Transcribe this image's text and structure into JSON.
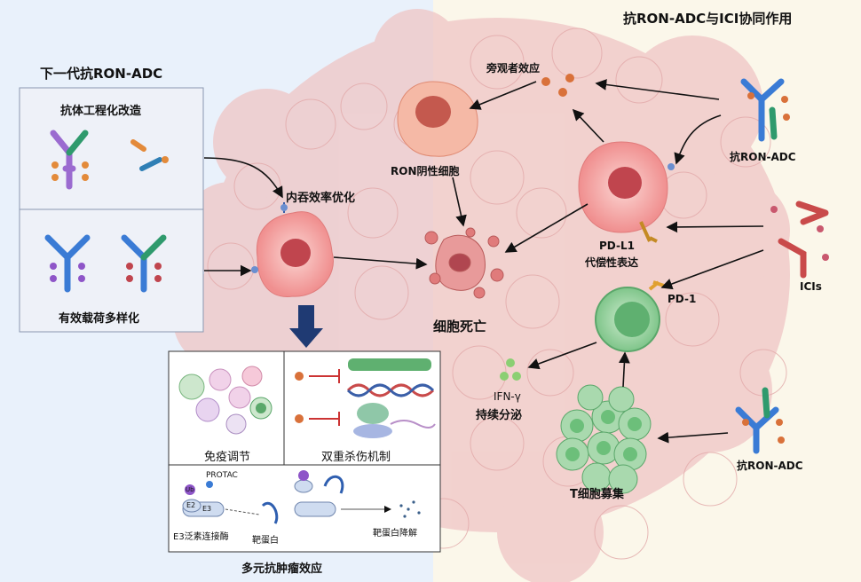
{
  "title_right": "抗RON-ADC与ICI协同作用",
  "left_panel": {
    "title": "下一代抗RON-ADC",
    "section1": "抗体工程化改造",
    "section2": "有效载荷多样化"
  },
  "labels": {
    "bystander": "旁观者效应",
    "ron_negative": "RON阴性细胞",
    "internalization": "内吞效率优化",
    "cell_death": "细胞死亡",
    "pdl1": "PD-L1",
    "compensatory": "代偿性表达",
    "pd1": "PD-1",
    "ifn": "IFN-γ",
    "secretion": "持续分泌",
    "t_recruit": "T细胞募集",
    "adc_top": "抗RON-ADC",
    "icis": "ICIs",
    "adc_bottom": "抗RON-ADC"
  },
  "bottom_panel": {
    "immune": "免疫调节",
    "dual_kill": "双重杀伤机制",
    "protac": "PROTAC",
    "ub": "Ub",
    "e2": "E2",
    "e3": "E3",
    "e3_ligase": "E3泛素连接酶",
    "target": "靶蛋白",
    "degradation": "靶蛋白降解",
    "caption": "多元抗肿瘤效应"
  },
  "colors": {
    "left_bg": "#e9f1fb",
    "right_bg": "#fbf7ea",
    "tumor": "#f0c6c6",
    "cell_membrane": "#f2a5a5",
    "nucleus": "#c0454e",
    "tcell": "#a9d9ae",
    "arrow_navy": "#1f3a73",
    "antibody_blue": "#3a7bd5"
  }
}
